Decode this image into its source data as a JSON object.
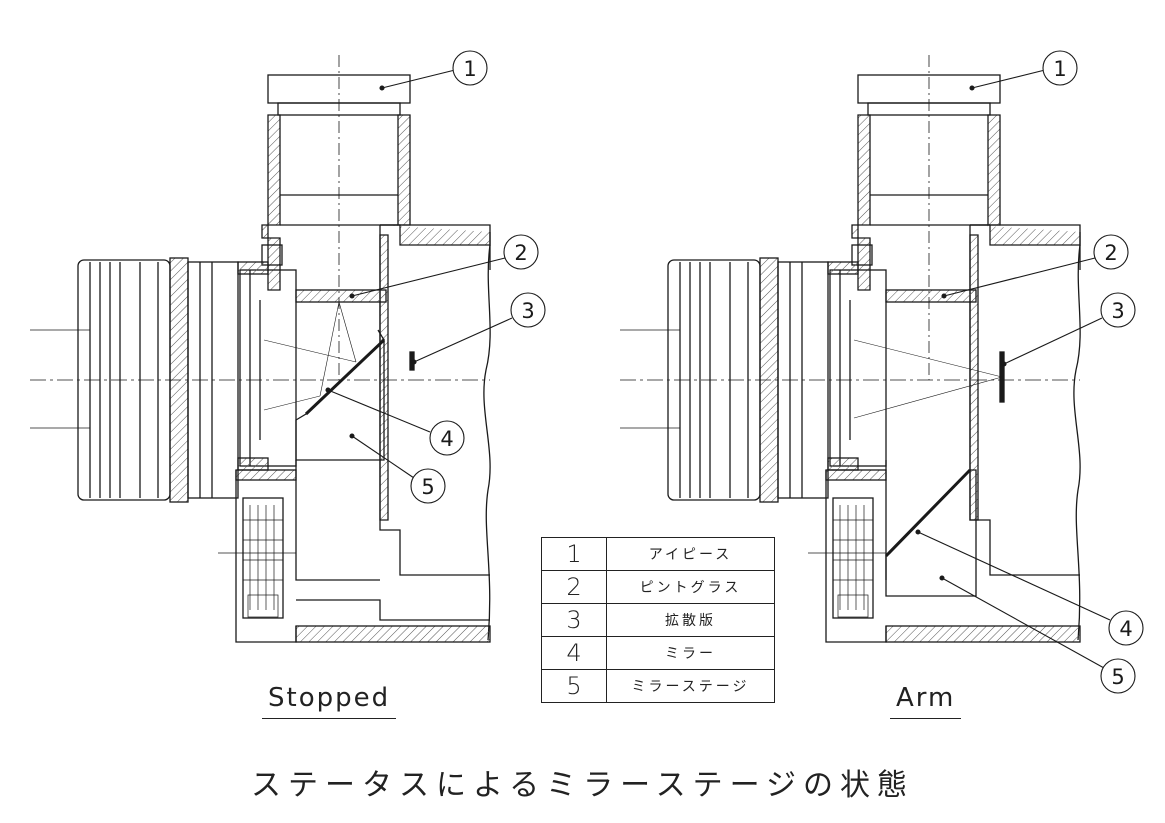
{
  "callouts": [
    "1",
    "2",
    "3",
    "4",
    "5"
  ],
  "captions": {
    "left": "Stopped",
    "right": "Arm"
  },
  "legend": [
    {
      "num": "1",
      "name": "アイピース"
    },
    {
      "num": "2",
      "name": "ピントグラス"
    },
    {
      "num": "3",
      "name": "拡散版"
    },
    {
      "num": "4",
      "name": "ミラー"
    },
    {
      "num": "5",
      "name": "ミラーステージ"
    }
  ],
  "footer": "ステータスによるミラーステージの状態",
  "colors": {
    "line": "#1a1a1a",
    "hatch": "#555555",
    "background": "#ffffff"
  }
}
